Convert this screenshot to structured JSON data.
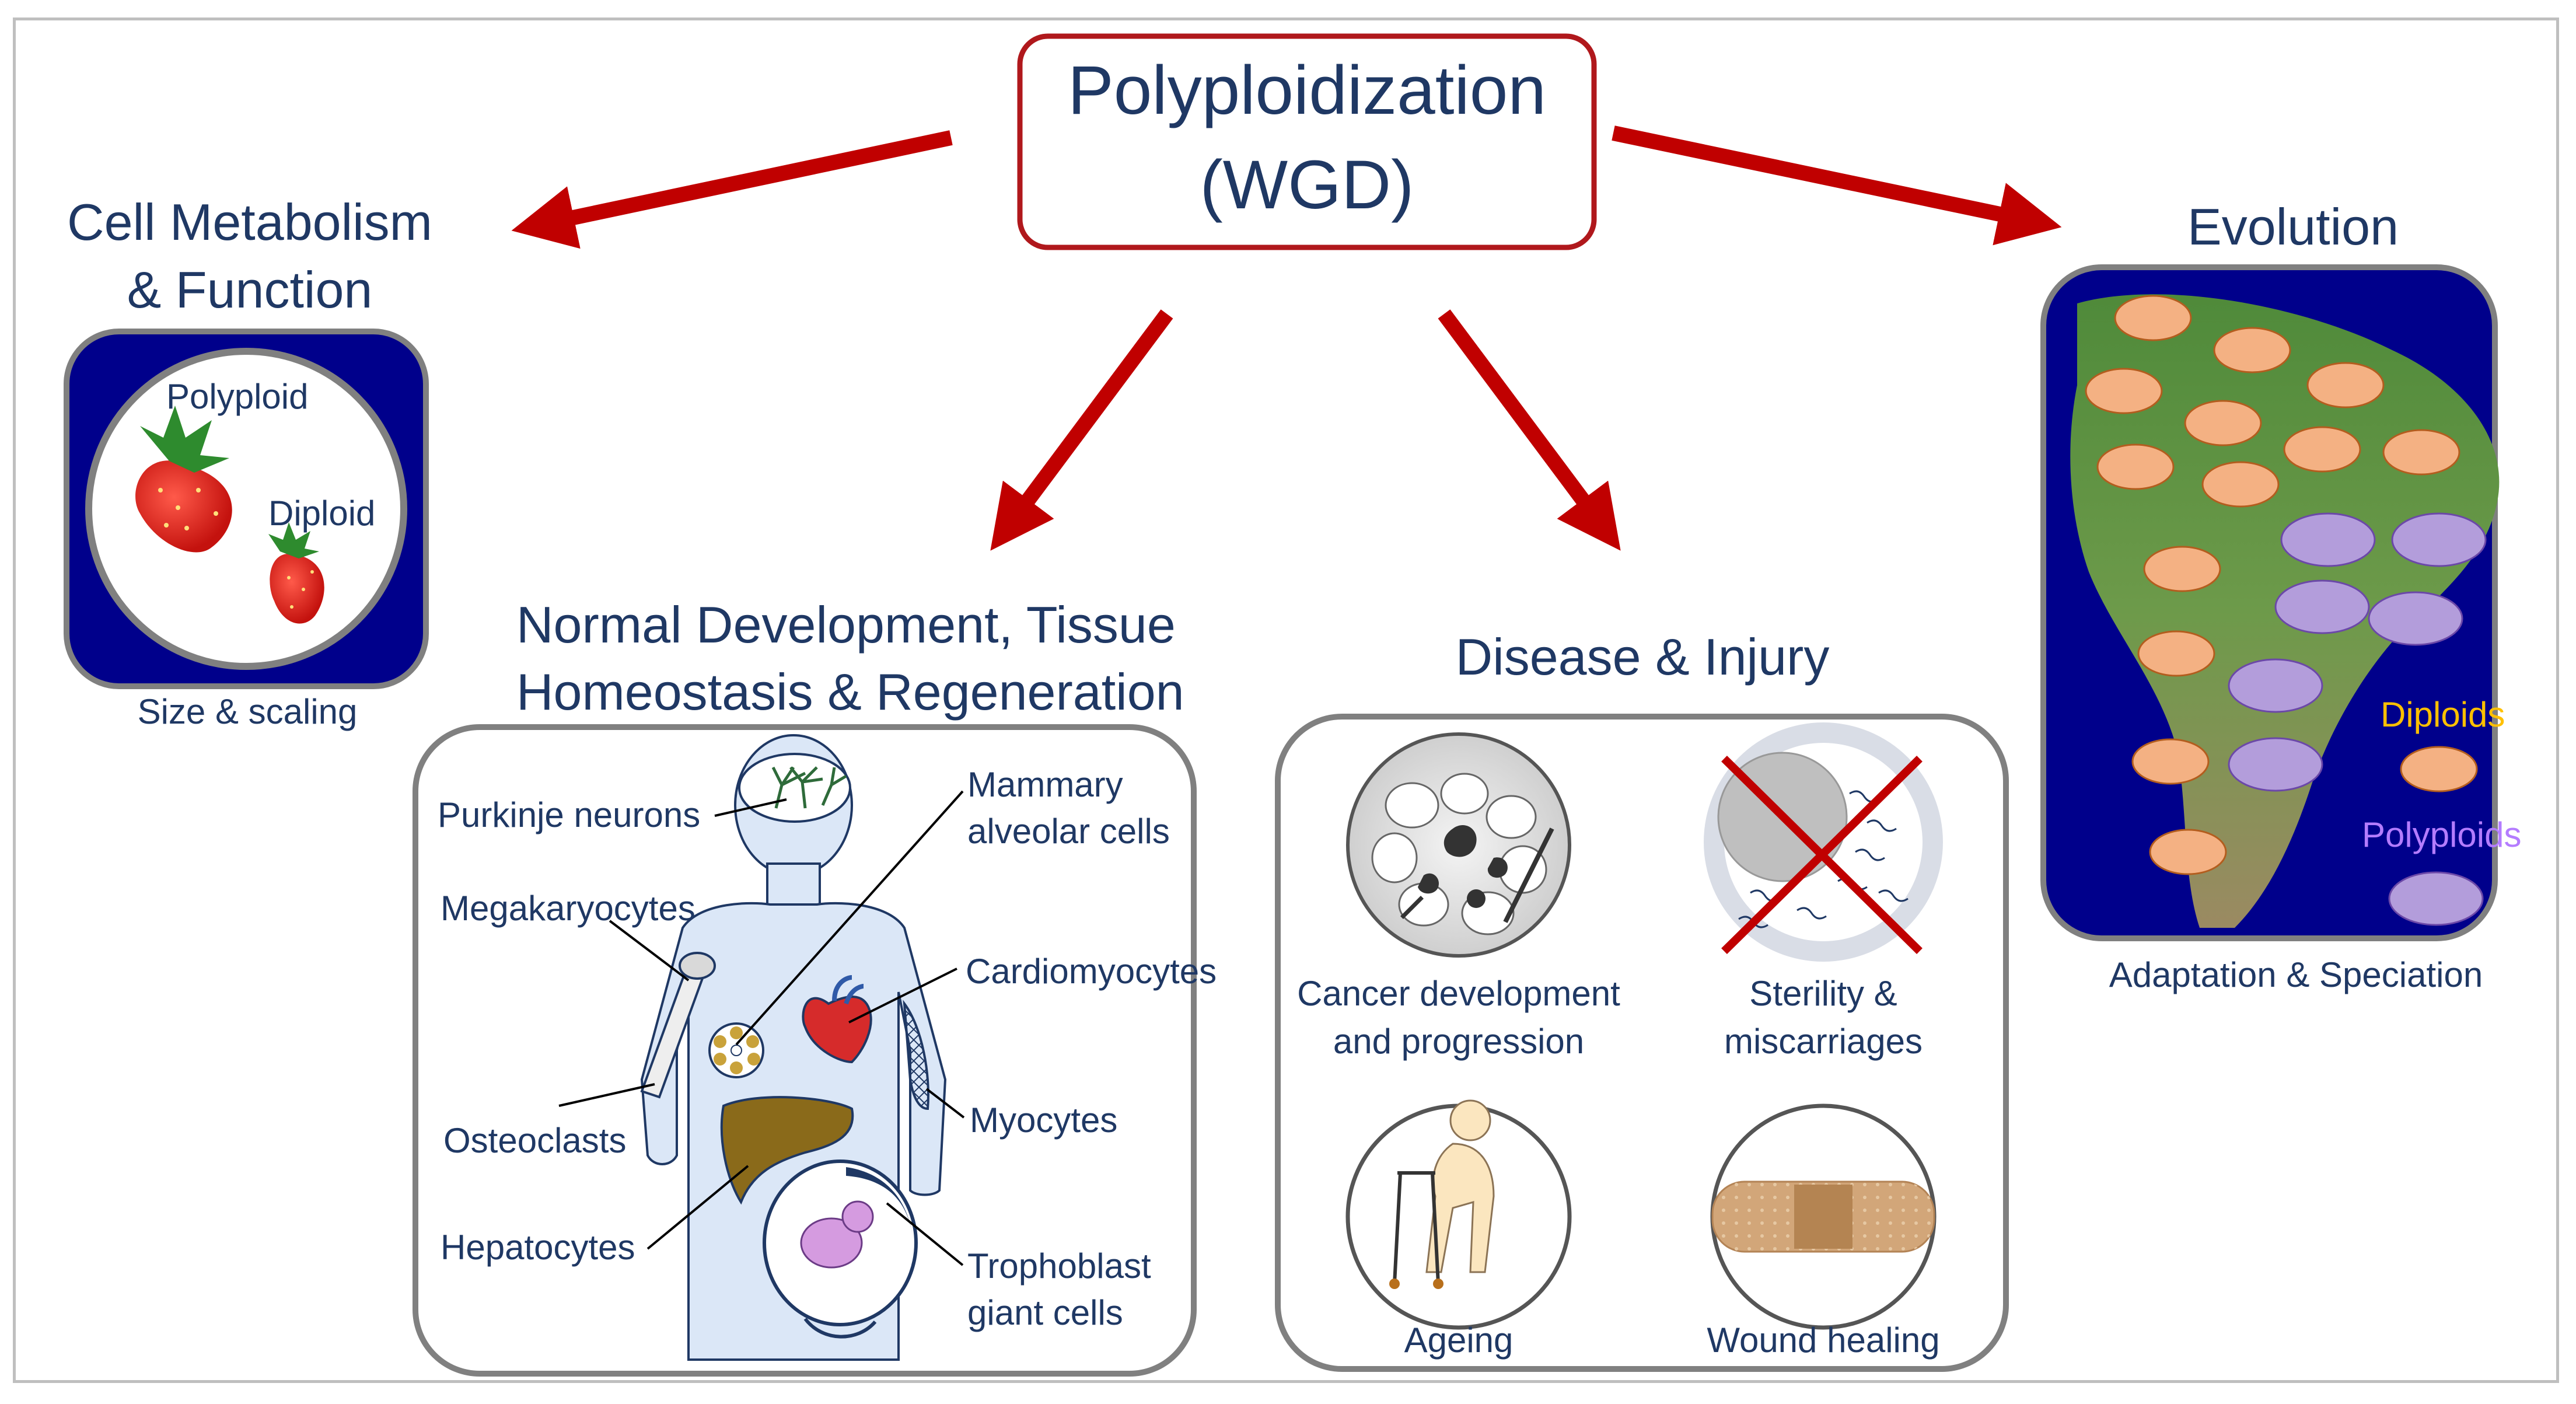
{
  "center": {
    "line1": "Polyploidization",
    "line2": "(WGD)"
  },
  "metabolism": {
    "title_line1": "Cell Metabolism",
    "title_line2": "& Function",
    "polyploid_label": "Polyploid",
    "diploid_label": "Diploid",
    "caption": "Size & scaling"
  },
  "development": {
    "title_line1": "Normal Development, Tissue",
    "title_line2": "Homeostasis & Regeneration",
    "labels": {
      "purkinje": "Purkinje neurons",
      "megakaryocytes": "Megakaryocytes",
      "osteoclasts": "Osteoclasts",
      "hepatocytes": "Hepatocytes",
      "mammary_1": "Mammary",
      "mammary_2": "alveolar cells",
      "cardiomyocytes": "Cardiomyocytes",
      "myocytes": "Myocytes",
      "trophoblast_1": "Trophoblast",
      "trophoblast_2": "giant cells"
    }
  },
  "disease": {
    "title": "Disease & Injury",
    "cancer_1": "Cancer development",
    "cancer_2": "and progression",
    "sterility_1": "Sterility &",
    "sterility_2": "miscarriages",
    "ageing": "Ageing",
    "wound": "Wound healing"
  },
  "evolution": {
    "title": "Evolution",
    "diploids": "Diploids",
    "polyploids": "Polyploids",
    "caption": "Adaptation & Speciation"
  },
  "colors": {
    "arrow": "#c00000",
    "title_text": "#1f3864",
    "panel_navy": "#00008b",
    "diploid_frog": "#f4b183",
    "polyploid_frog": "#b39ddb",
    "diploid_text": "#ffc000",
    "polyploid_text": "#b47cff"
  }
}
